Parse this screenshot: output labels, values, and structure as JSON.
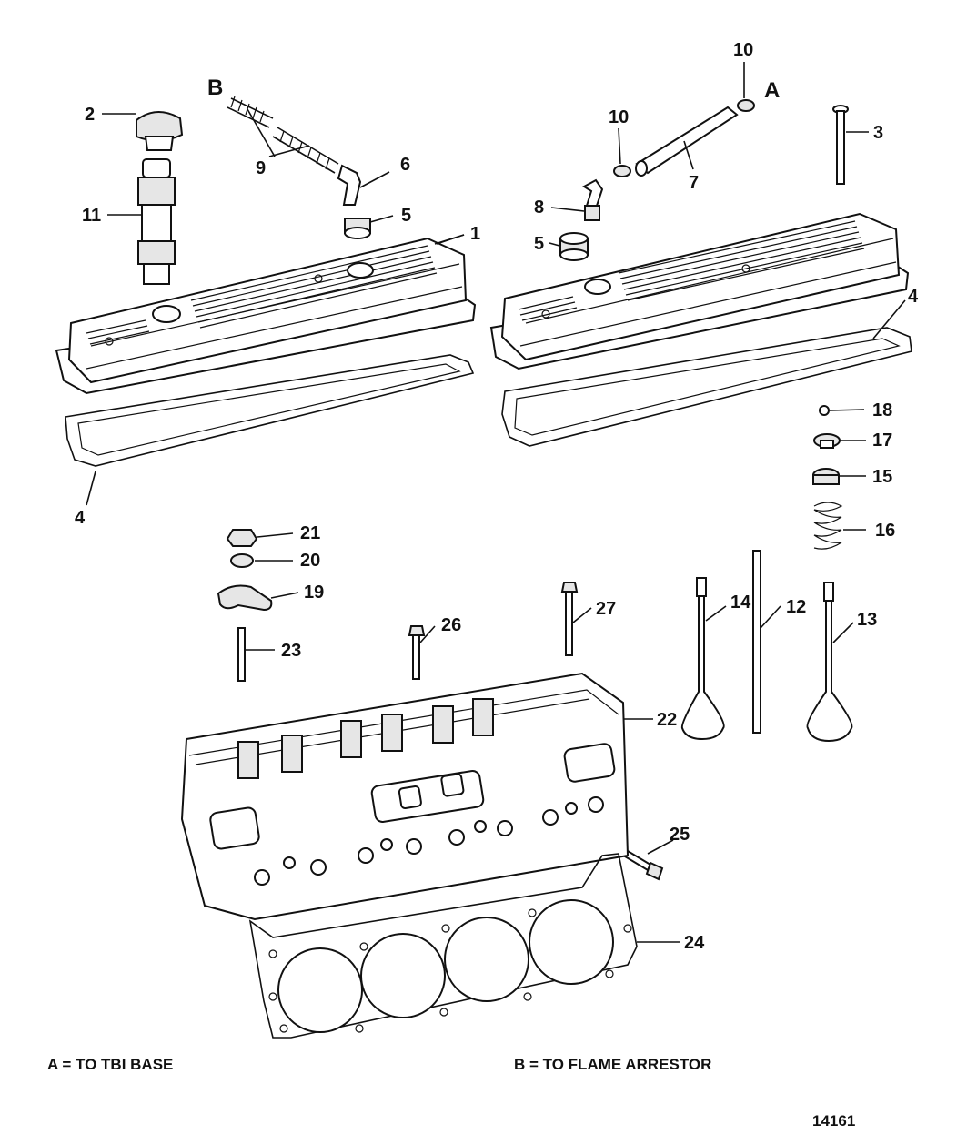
{
  "callouts": {
    "c1": "1",
    "c2": "2",
    "c3": "3",
    "c4a": "4",
    "c4b": "4",
    "c5a": "5",
    "c5b": "5",
    "c6": "6",
    "c7": "7",
    "c8": "8",
    "c9": "9",
    "c10a": "10",
    "c10b": "10",
    "c11": "11",
    "c12": "12",
    "c13": "13",
    "c14": "14",
    "c15": "15",
    "c16": "16",
    "c17": "17",
    "c18": "18",
    "c19": "19",
    "c20": "20",
    "c21": "21",
    "c22": "22",
    "c23": "23",
    "c24": "24",
    "c25": "25",
    "c26": "26",
    "c27": "27"
  },
  "markers": {
    "a": "A",
    "b": "B"
  },
  "notes": {
    "a": "A = TO TBI BASE",
    "b": "B = TO FLAME ARRESTOR"
  },
  "figure_number": "14161"
}
